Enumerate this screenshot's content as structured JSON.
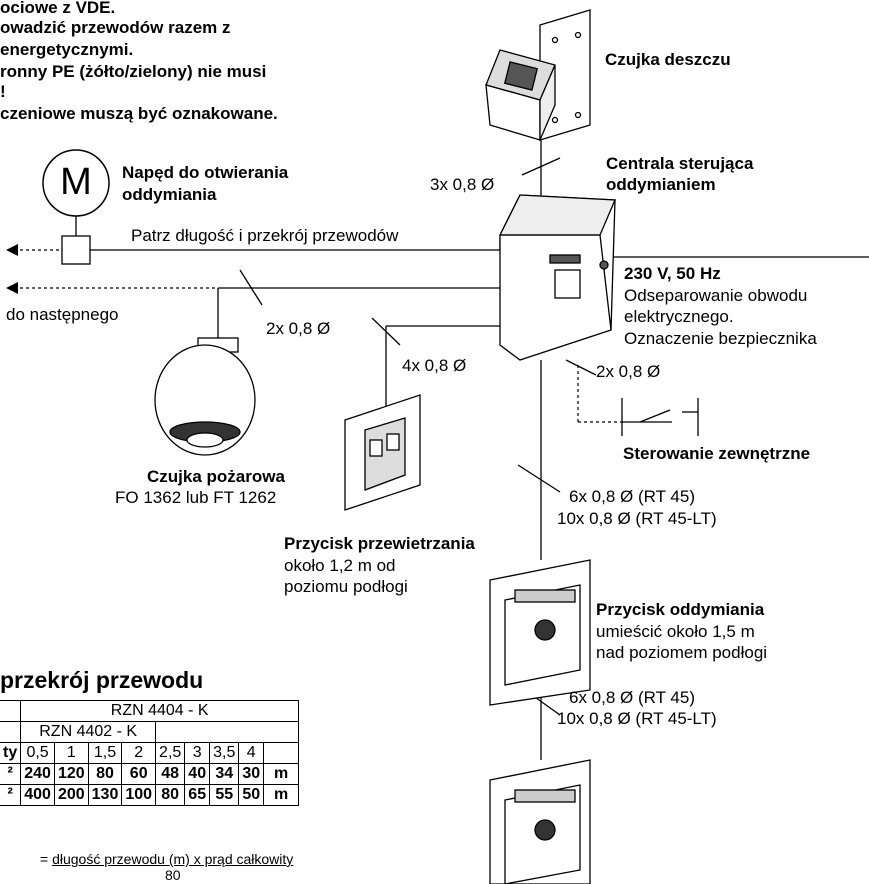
{
  "notes": [
    "ociowe z VDE.",
    "owadzić przewodów razem z",
    "energetycznymi.",
    "ronny PE (żółto/zielony) nie musi",
    "!",
    "czeniowe muszą być oznakowane."
  ],
  "rain_sensor": {
    "label": "Czujka deszczu"
  },
  "wire_rain": "3x 0,8 Ø",
  "control_unit": {
    "label_line1": "Centrala sterująca",
    "label_line2": "oddymianiem"
  },
  "motor": {
    "symbol": "M",
    "label_line1": "Napęd do otwierania",
    "label_line2": "oddymiania"
  },
  "cable_note": "Patrz długość i przekrój przewodów",
  "next_label": "do następnego",
  "power": {
    "title": "230 V, 50 Hz",
    "line1": "Odseparowanie obwodu",
    "line2": "elektrycznego.",
    "line3": "Oznaczenie bezpiecznika"
  },
  "wire_smoke": "2x 0,8 Ø",
  "wire_vent": "4x 0,8 Ø",
  "wire_ext": "2x 0,8 Ø",
  "external_control": {
    "label": "Sterowanie zewnętrzne"
  },
  "smoke_detector": {
    "title": "Czujka pożarowa",
    "model": "FO 1362 lub FT 1262"
  },
  "wire_bus_1": {
    "line1": "6x 0,8 Ø (RT 45)",
    "line2": "10x 0,8 Ø (RT 45-LT)"
  },
  "vent_button": {
    "title": "Przycisk przewietrzania",
    "line1": "około 1,2 m od",
    "line2": "poziomu podłogi"
  },
  "smoke_button": {
    "title": "Przycisk oddymiania",
    "line1": "umieścić około 1,5 m",
    "line2": "nad poziomem podłogi"
  },
  "wire_bus_2": {
    "line1": "6x 0,8 Ø (RT 45)",
    "line2": "10x 0,8 Ø (RT 45-LT)"
  },
  "section_title": "przekrój przewodu",
  "table": {
    "header_top": "RZN 4404 - K",
    "header_sub": "RZN 4402 - K",
    "row_label_current": "ty",
    "currents": [
      "0,5",
      "1",
      "1,5",
      "2",
      "2,5",
      "3",
      "3,5",
      "4"
    ],
    "row1_label": "²",
    "row1": [
      "240",
      "120",
      "80",
      "60",
      "48",
      "40",
      "34",
      "30",
      "m"
    ],
    "row2_label": "²",
    "row2": [
      "400",
      "200",
      "130",
      "100",
      "80",
      "65",
      "55",
      "50",
      "m"
    ]
  },
  "formula": {
    "prefix": "=",
    "numerator": "długość przewodu (m) x prąd całkowity",
    "denominator": "80"
  }
}
